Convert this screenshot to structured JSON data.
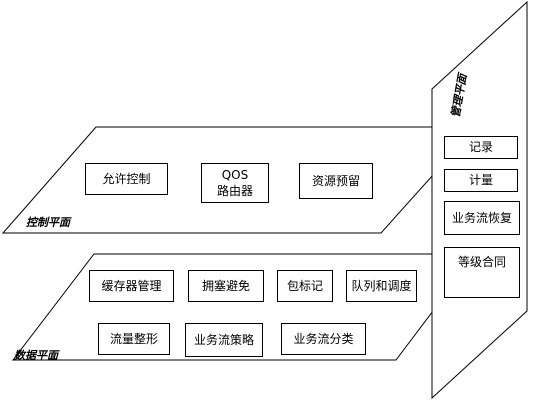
{
  "planes": {
    "control": {
      "label": "控制平面",
      "boxes": [
        "允许控制",
        "QOS\n路由器",
        "资源预留"
      ]
    },
    "data": {
      "label": "数据平面",
      "boxes_row1": [
        "缓存器管理",
        "拥塞避免",
        "包标记",
        "队列和调度"
      ],
      "boxes_row2": [
        "流量整形",
        "业务流策略",
        "业务流分类"
      ]
    },
    "management": {
      "label": "管理平面",
      "boxes": [
        "记录",
        "计量",
        "业务流恢复",
        "等级合同"
      ]
    }
  }
}
